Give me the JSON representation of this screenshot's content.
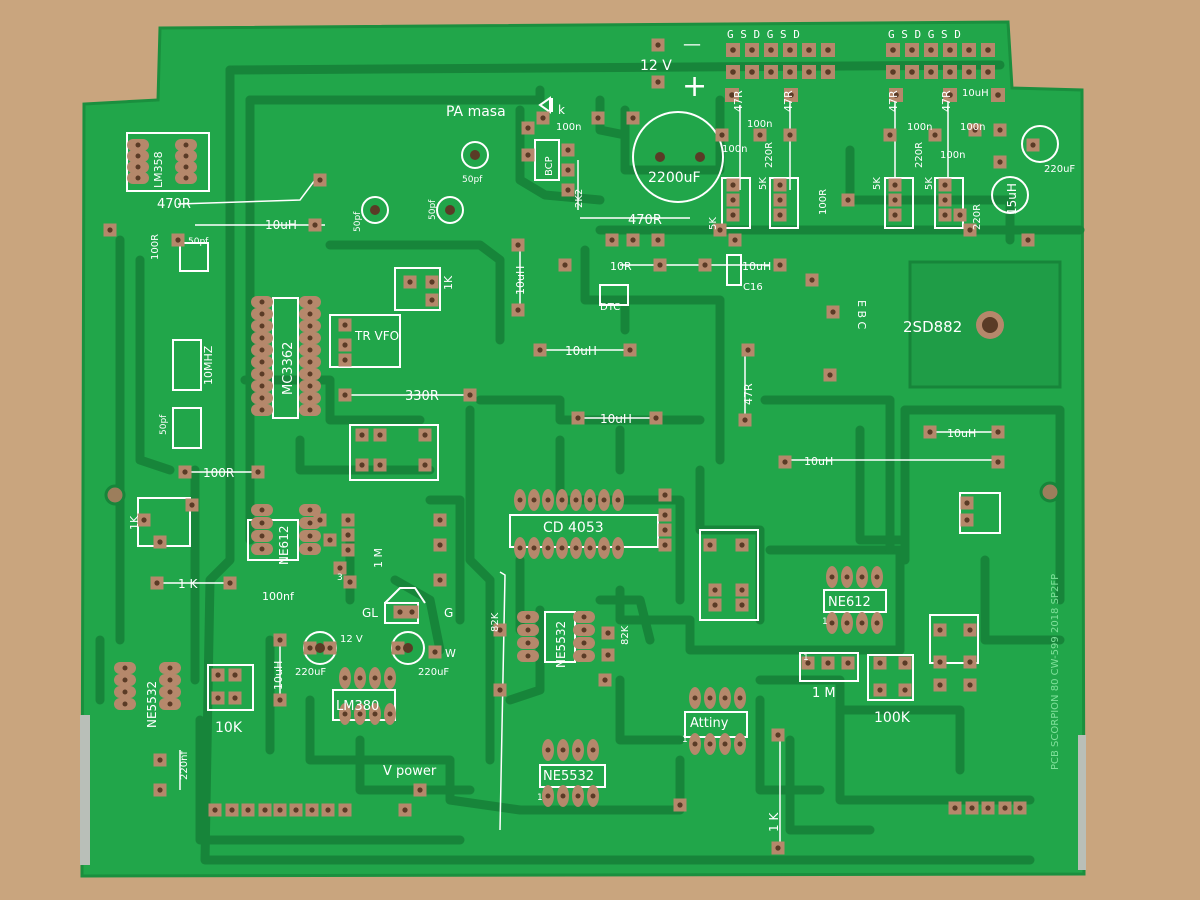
{
  "colors": {
    "background": "#c9a57e",
    "board": "#21a64a",
    "board_edge": "#1a8f3e",
    "trace": "#17853a",
    "trace_dark": "#0f6d2c",
    "pad": "#b5886b",
    "pad_hole": "#5a3b26",
    "silkscreen": "#ffffff",
    "edge_tab": "#b9bfb8"
  },
  "labels": {
    "pa_masa": "PA masa",
    "k": "k",
    "cap_100n_top": "100n",
    "bcp": "BCP",
    "r_2k2": "2K2",
    "r_470r_right": "470R",
    "v12": "12 V",
    "minus": "—",
    "plus": "+",
    "c_2200uf": "2200uF",
    "gsdgsd_left": "G S D G S D",
    "gsdgsd_right": "G S D G S D",
    "r_47r_a": "47R",
    "r_47r_b": "47R",
    "r_47r_c": "47R",
    "r_47r_d": "47R",
    "l_10uh_top": "10uH",
    "c_100n_a": "100n",
    "c_100n_b": "100n",
    "c_100n_c": "100n",
    "c_100n_d": "100n",
    "c_100n_e": "100n",
    "r_220r_a": "220R",
    "r_220r_b": "220R",
    "r_220r_c": "220R",
    "r_5k_a": "5K",
    "r_5k_b": "5K",
    "r_5k_c": "5K",
    "r_5k_d": "5K",
    "r_100r_mid": "100R",
    "l_15uh": "15uH",
    "c_220uf_right": "220uF",
    "ic_lm358": "LM358",
    "r_470r_left": "470R",
    "l_10uh_left": "10uH",
    "r_100r_left": "100R",
    "c_50pf_a": "50pf",
    "c_50pf_b": "50pf",
    "c_50pf_c": "50pf",
    "c_50pf_d": "50pf",
    "c_50pf_e": "50pf",
    "r_1k_top": "1K",
    "l_10uh_mid": "10uH",
    "r_10r": "10R",
    "dtc": "DTC",
    "l_10uh_c16": "10uH",
    "c16": "C16",
    "ebc": "E B C",
    "q_2sd882": "2SD882",
    "ic_mc3362": "MC3362",
    "tr_vfo": "TR VFO",
    "l_10uh_b": "10uH",
    "xtal_10mhz": "10MHZ",
    "r_330r": "330R",
    "l_10uh_c": "10uH",
    "r_47r_e": "47R",
    "l_10uh_d": "10uH",
    "l_10uh_e": "10uH",
    "r_100r_b": "100R",
    "r_1k_left": "1K",
    "ic_ne612_left": "NE612",
    "c_100nf": "100nf",
    "r_1m_left": "1 M",
    "r_1k_b": "1 K",
    "gl": "GL",
    "g": "G",
    "ic_cd4053": "CD 4053",
    "ic_ne612_right": "NE612",
    "r_82k_a": "82K",
    "r_82k_b": "82K",
    "ic_ne5532_mid": "NE5532",
    "c_220uf_a": "220uF",
    "c_220uf_b": "220uF",
    "v12_small": "12 V",
    "w": "W",
    "ic_lm380": "LM380",
    "l_10uh_f": "10uH",
    "ic_ne5532_left": "NE5532",
    "pot_10k": "10K",
    "c_220nf": "220nf",
    "v_power": "V power",
    "ic_ne5532_bottom": "NE5532",
    "ic_attiny": "Attiny",
    "r_1m_right": "1 M",
    "pot_100k": "100K",
    "r_1k_bottom": "1 K",
    "pin1_a": "1",
    "pin1_b": "1",
    "pin1_c": "1",
    "pin1_d": "1",
    "pin3": "3",
    "vertical_text": "PCB SCORPION 80 CW-599 2018 SP2FP"
  }
}
